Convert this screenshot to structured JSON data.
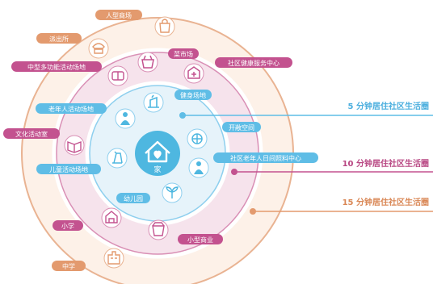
{
  "center": {
    "label": "家",
    "icon": "house-heart-icon"
  },
  "rings": [
    {
      "name": "5 分钟居住社区生活圈",
      "color": "#5fbde6"
    },
    {
      "name": "10 分钟居住社区生活圈",
      "color": "#c3528f"
    },
    {
      "name": "15 分钟居住社区生活圈",
      "color": "#e39a6e"
    }
  ],
  "facilities": {
    "ring5": [
      {
        "label": "健身场地",
        "icon": "fitness-icon"
      },
      {
        "label": "开敞空间",
        "icon": "open-space-icon"
      },
      {
        "label": "社区老年人日间照料中心",
        "icon": "elderly-care-icon"
      },
      {
        "label": "幼儿园",
        "icon": "kindergarten-icon"
      },
      {
        "label": "儿童活动场地",
        "icon": "playground-icon"
      },
      {
        "label": "老年人活动场地",
        "icon": "elderly-activity-icon"
      }
    ],
    "ring10": [
      {
        "label": "菜市场",
        "icon": "market-icon"
      },
      {
        "label": "社区健康服务中心",
        "icon": "clinic-icon"
      },
      {
        "label": "中型多功能活动场地",
        "icon": "sports-ground-icon"
      },
      {
        "label": "文化活动室",
        "icon": "culture-room-icon"
      },
      {
        "label": "小学",
        "icon": "school-icon"
      },
      {
        "label": "小型商业",
        "icon": "shop-icon"
      }
    ],
    "ring15": [
      {
        "label": "人型商场",
        "icon": "shopping-bag-icon"
      },
      {
        "label": "派出所",
        "icon": "police-icon"
      },
      {
        "label": "中学",
        "icon": "middle-school-icon"
      }
    ]
  }
}
